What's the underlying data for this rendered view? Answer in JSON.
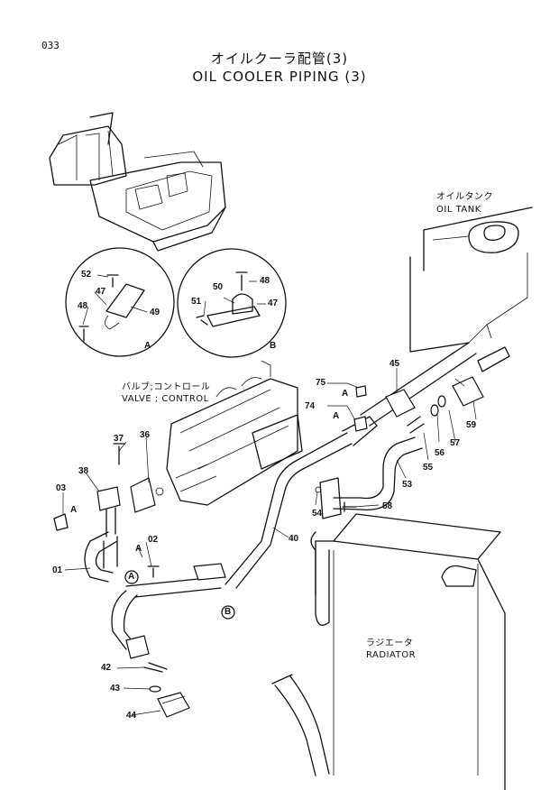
{
  "page": {
    "number": "033"
  },
  "title": {
    "japanese": "オイルクーラ配管(3)",
    "english": "OIL COOLER PIPING (3)"
  },
  "labels": {
    "oil_tank_jp": "オイルタンク",
    "oil_tank_en": "OIL TANK",
    "valve_jp": "バルブ;コントロール",
    "valve_en": "VALVE ; CONTROL",
    "radiator_jp": "ラジエータ",
    "radiator_en": "RADIATOR"
  },
  "detail_markers": {
    "a": "A",
    "b": "B"
  },
  "detail_a": {
    "parts": [
      "52",
      "47",
      "49",
      "48"
    ],
    "tag": "A"
  },
  "detail_b": {
    "parts": [
      "48",
      "50",
      "47",
      "51"
    ],
    "tag": "B"
  },
  "parts": {
    "p75": "75",
    "p74": "74",
    "p45": "45",
    "p59": "59",
    "p57": "57",
    "p56": "56",
    "p55": "55",
    "p53": "53",
    "p54": "54",
    "p58": "58",
    "p40": "40",
    "p37": "37",
    "p36": "36",
    "p38": "38",
    "p03": "03",
    "p02": "02",
    "p01": "01",
    "p42": "42",
    "p43": "43",
    "p44": "44"
  },
  "callout_letters": {
    "a1": "A",
    "a2": "A",
    "a3": "A",
    "a4": "A"
  }
}
